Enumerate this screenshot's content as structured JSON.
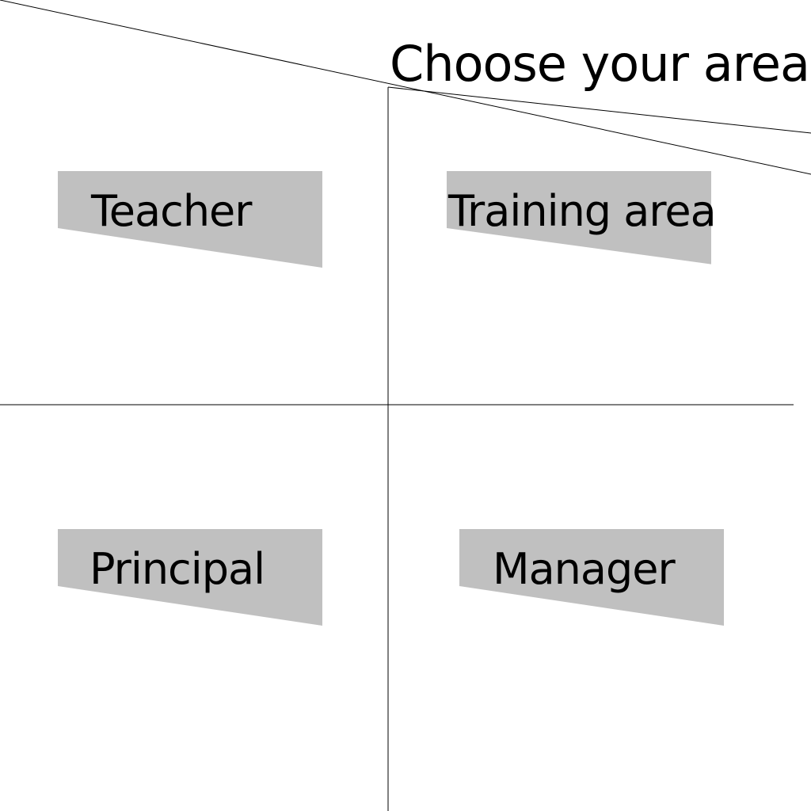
{
  "page": {
    "title": "Choose your area"
  },
  "areas": [
    {
      "label": "Teacher"
    },
    {
      "label": "Training area"
    },
    {
      "label": "Principal"
    },
    {
      "label": "Manager"
    }
  ],
  "colors": {
    "background": "#ffffff",
    "option_fill": "#c0c0c0",
    "lines": "#000000",
    "text": "#000000"
  }
}
